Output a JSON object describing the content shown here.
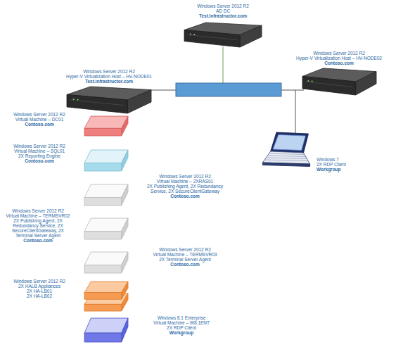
{
  "diagram": {
    "nodes": [
      {
        "text": [
          "Windows Server 2012 R2",
          "AD DC",
          "Test.infrastructor.com"
        ]
      },
      {
        "text": [
          "Windows Server 2012 R2",
          "Hyper-V Virtualization Host – HV-NODE02",
          "Contoso.com"
        ]
      },
      {
        "text": [
          "Windows Server 2012 R2",
          "Hyper-V Virtualization Host – HV-NODE01",
          "Test.infrastructor.com"
        ]
      },
      {
        "text": [
          "Windows Server 2012 R2",
          "Virtual Machine – DC01",
          "Contoso.com"
        ]
      },
      {
        "text": [
          "Windows 7",
          "2X RDP Client",
          "Workgroup"
        ]
      },
      {
        "text": [
          "Windows Server 2012 R2",
          "Virtual Machine – SQL01",
          "2X Reporting Engine",
          "Contoso.com"
        ]
      },
      {
        "text": [
          "Windows Server 2012 R2",
          "Virtual Machine – 2XRAS01",
          "2X Publishing Agent, 2X Redundancy Service, 2X SecureClientGateway",
          "Contoso.com"
        ]
      },
      {
        "text": [
          "Windows Server 2012 R2",
          "Virtual Machine – TERMSVR02",
          "2X Publishing Agent, 2X Redundancy Service, 2X SecureClientGateway, 2X Terminal Server Agent",
          "Contoso.com"
        ]
      },
      {
        "text": [
          "Windows Server 2012 R2",
          "Virtual Machine – TERMSVR03",
          "2X Terminal Server Agent",
          "Contoso.com"
        ]
      },
      {
        "text": [
          "Windows Server 2012 R2",
          "2X HALB Appliances",
          "2X HA-LB01",
          "2X HA-LB02"
        ]
      },
      {
        "text": [
          "Windows 8.1 Enterprise",
          "Virtual Machine – W8.1ENT",
          "2X RDP Client",
          "Workgroup"
        ]
      }
    ]
  }
}
